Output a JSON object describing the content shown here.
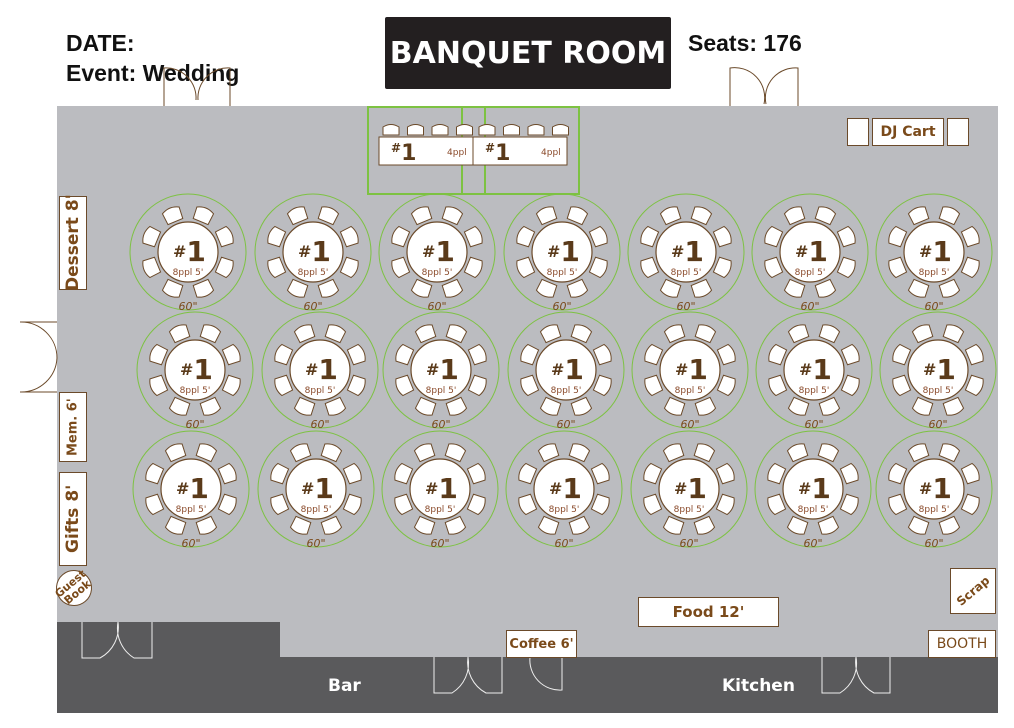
{
  "header": {
    "date_label": "DATE:",
    "event_label": "Event: Wedding",
    "title": "BANQUET ROOM",
    "seats": "Seats: 176"
  },
  "head_tables": [
    {
      "number": "#1",
      "capacity": "4ppl"
    },
    {
      "number": "#1",
      "capacity": "4ppl"
    }
  ],
  "stations": {
    "dj": "DJ Cart",
    "dessert": "Dessert 8'",
    "memory": "Mem. 6'",
    "gifts": "Gifts 8'",
    "guest_book": "Guest Book",
    "scrap": "Scrap",
    "food": "Food 12'",
    "coffee": "Coffee 6'",
    "booth": "BOOTH",
    "bar": "Bar",
    "kitchen": "Kitchen"
  },
  "round_tables": [
    {
      "number": "#1",
      "capacity": "8ppl 5'",
      "size": "60\""
    },
    {
      "number": "#1",
      "capacity": "8ppl 5'",
      "size": "60\""
    },
    {
      "number": "#1",
      "capacity": "8ppl 5'",
      "size": "60\""
    },
    {
      "number": "#1",
      "capacity": "8ppl 5'",
      "size": "60\""
    },
    {
      "number": "#1",
      "capacity": "8ppl 5'",
      "size": "60\""
    },
    {
      "number": "#1",
      "capacity": "8ppl 5'",
      "size": "60\""
    },
    {
      "number": "#1",
      "capacity": "8ppl 5'",
      "size": "60\""
    },
    {
      "number": "#1",
      "capacity": "8ppl 5'",
      "size": "60\""
    },
    {
      "number": "#1",
      "capacity": "8ppl 5'",
      "size": "60\""
    },
    {
      "number": "#1",
      "capacity": "8ppl 5'",
      "size": "60\""
    },
    {
      "number": "#1",
      "capacity": "8ppl 5'",
      "size": "60\""
    },
    {
      "number": "#1",
      "capacity": "8ppl 5'",
      "size": "60\""
    },
    {
      "number": "#1",
      "capacity": "8ppl 5'",
      "size": "60\""
    },
    {
      "number": "#1",
      "capacity": "8ppl 5'",
      "size": "60\""
    },
    {
      "number": "#1",
      "capacity": "8ppl 5'",
      "size": "60\""
    },
    {
      "number": "#1",
      "capacity": "8ppl 5'",
      "size": "60\""
    },
    {
      "number": "#1",
      "capacity": "8ppl 5'",
      "size": "60\""
    },
    {
      "number": "#1",
      "capacity": "8ppl 5'",
      "size": "60\""
    },
    {
      "number": "#1",
      "capacity": "8ppl 5'",
      "size": "60\""
    },
    {
      "number": "#1",
      "capacity": "8ppl 5'",
      "size": "60\""
    },
    {
      "number": "#1",
      "capacity": "8ppl 5'",
      "size": "60\""
    }
  ],
  "colors": {
    "room": "#bbbcc0",
    "wall": "#5a5a5c",
    "brown": "#7a4a1a",
    "green": "#7dc242"
  }
}
